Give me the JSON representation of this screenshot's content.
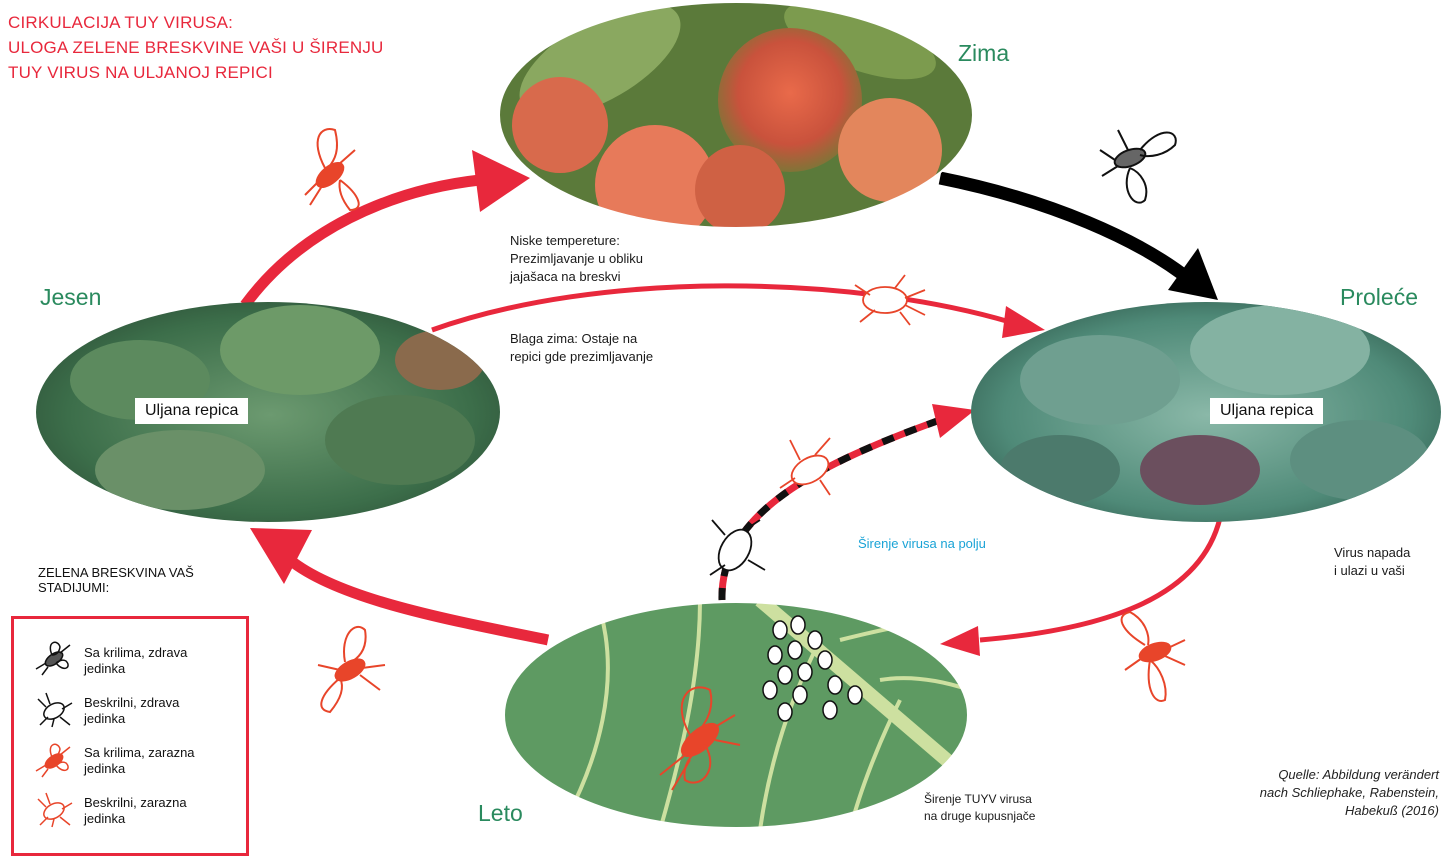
{
  "title": {
    "line1": "CIRKULACIJA TUY VIRUSA:",
    "line2": "ULOGA ZELENE BRESKVINE VAŠI U ŠIRENJU",
    "line3": "TUY VIRUS NA ULJANOJ REPICI"
  },
  "seasons": {
    "winter": "Zima",
    "spring": "Proleće",
    "summer": "Leto",
    "autumn": "Jesen"
  },
  "plant_labels": {
    "autumn": "Uljana repica",
    "spring": "Uljana repica"
  },
  "notes": {
    "low_temp_1": "Niske tempereture:",
    "low_temp_2": "Prezimljavanje u obliku",
    "low_temp_3": "jajašaca na breskvi",
    "mild_winter_1": "Blaga zima: Ostaje na",
    "mild_winter_2": "repici gde prezimljavanje",
    "virus_attack_1": "Virus napada",
    "virus_attack_2": "i ulazi u vaši",
    "field_spread": "Širenje virusa na polju",
    "tuyv_spread_1": "Širenje TUYV virusa",
    "tuyv_spread_2": "na druge kupusnjače"
  },
  "source": {
    "line1": "Quelle: Abbildung verändert",
    "line2": "nach Schliephake, Rabenstein,",
    "line3": "Habekuß (2016)"
  },
  "legend": {
    "title1": "ZELENA BRESKVINA VAŠ",
    "title2": "STADIJUMI:",
    "items": [
      {
        "line1": "Sa krilima, zdrava",
        "line2": "jedinka",
        "icon": "winged-healthy-aphid-icon"
      },
      {
        "line1": "Beskrilni, zdrava",
        "line2": "jedinka",
        "icon": "wingless-healthy-aphid-icon"
      },
      {
        "line1": "Sa krilima, zarazna",
        "line2": "jedinka",
        "icon": "winged-infectious-aphid-icon"
      },
      {
        "line1": "Beskrilni, zarazna",
        "line2": "jedinka",
        "icon": "wingless-infectious-aphid-icon"
      }
    ]
  },
  "colors": {
    "accent_red": "#e8283c",
    "season_green": "#2a8a5e",
    "field_blue": "#1aa3d6",
    "aphid_orange": "#e8452a"
  }
}
